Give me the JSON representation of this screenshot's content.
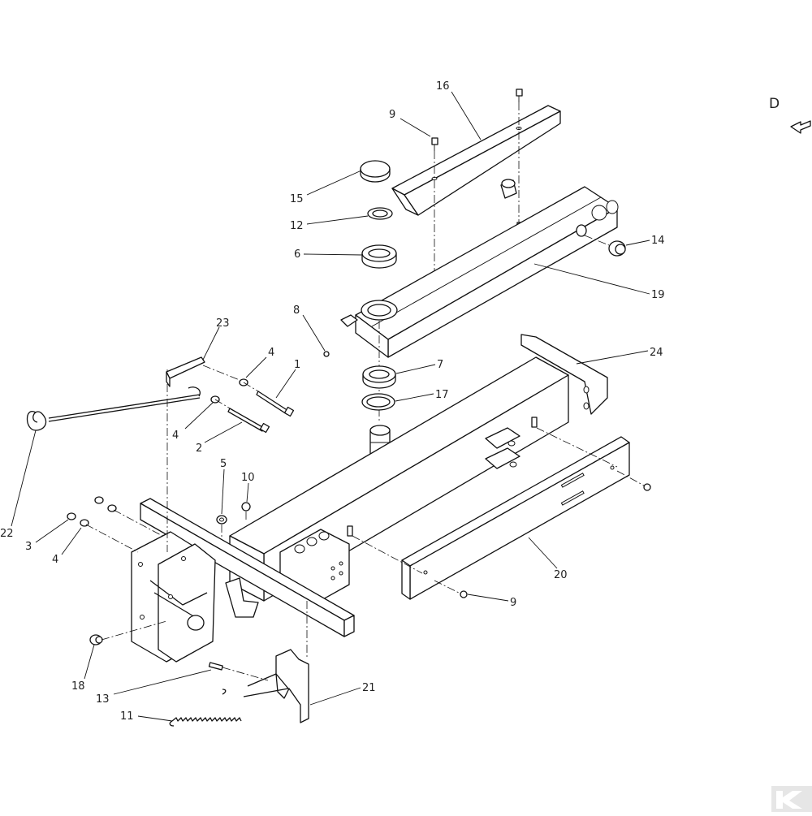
{
  "view_marker": {
    "letter": "D"
  },
  "callouts": [
    {
      "id": "c16",
      "label": "16"
    },
    {
      "id": "c9a",
      "label": "9"
    },
    {
      "id": "c15",
      "label": "15"
    },
    {
      "id": "c12",
      "label": "12"
    },
    {
      "id": "c6",
      "label": "6"
    },
    {
      "id": "c14",
      "label": "14"
    },
    {
      "id": "c19",
      "label": "19"
    },
    {
      "id": "c8",
      "label": "8"
    },
    {
      "id": "c23",
      "label": "23"
    },
    {
      "id": "c4a",
      "label": "4"
    },
    {
      "id": "c1",
      "label": "1"
    },
    {
      "id": "c7",
      "label": "7"
    },
    {
      "id": "c24",
      "label": "24"
    },
    {
      "id": "c17",
      "label": "17"
    },
    {
      "id": "c4b",
      "label": "4"
    },
    {
      "id": "c2",
      "label": "2"
    },
    {
      "id": "c22",
      "label": "22"
    },
    {
      "id": "c5",
      "label": "5"
    },
    {
      "id": "c10",
      "label": "10"
    },
    {
      "id": "c3",
      "label": "3"
    },
    {
      "id": "c4c",
      "label": "4"
    },
    {
      "id": "c20",
      "label": "20"
    },
    {
      "id": "c9b",
      "label": "9"
    },
    {
      "id": "c18",
      "label": "18"
    },
    {
      "id": "c13",
      "label": "13"
    },
    {
      "id": "c21",
      "label": "21"
    },
    {
      "id": "c11",
      "label": "11"
    }
  ],
  "brand": {
    "logo_name": "kramp-logo-icon"
  }
}
